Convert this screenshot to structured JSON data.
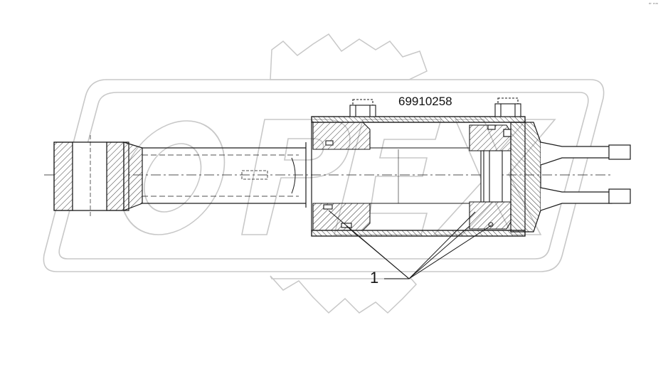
{
  "drawing": {
    "part_number": "69910258",
    "callout_number": "1",
    "watermark_text": "OPEX",
    "corner_mark": "ᵈʳ ᵐᵐ"
  },
  "colors": {
    "line": "#1a1a1a",
    "hatch": "#333333",
    "watermark": "#c8c8c8",
    "background": "#ffffff"
  }
}
